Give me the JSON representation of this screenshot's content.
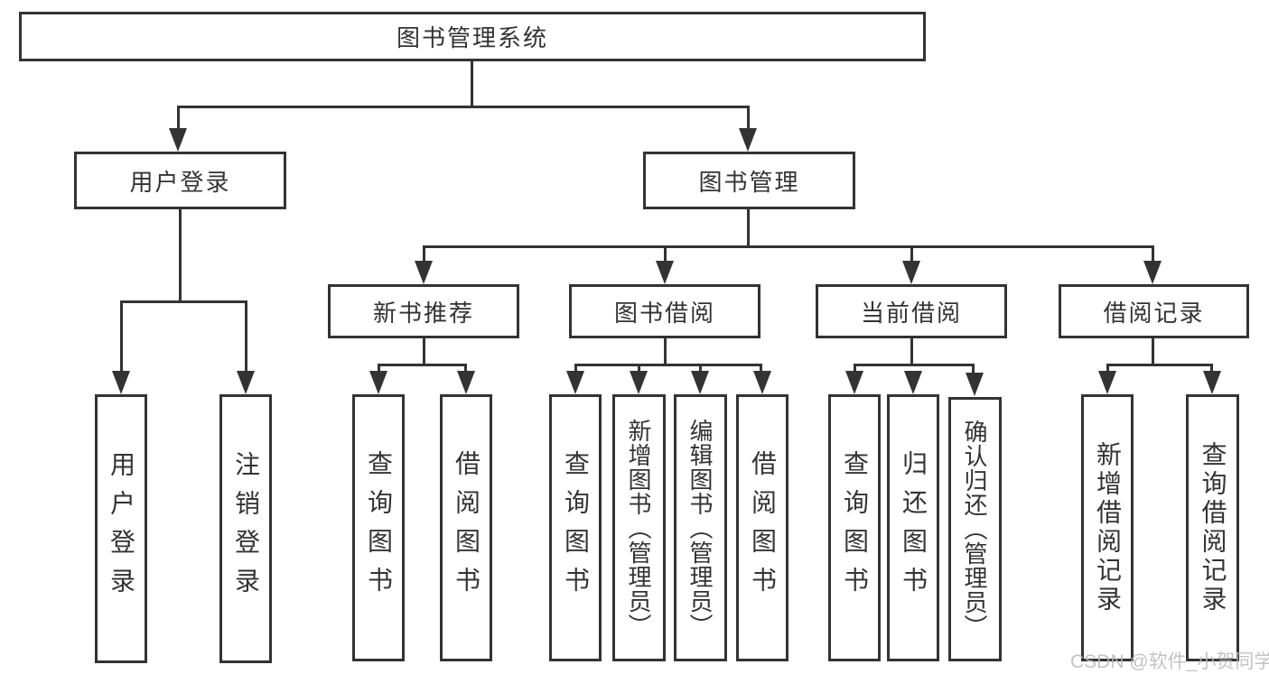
{
  "diagram": {
    "root": "图书管理系统",
    "branches": [
      {
        "label": "用户登录",
        "leaves": [
          "用户登录",
          "注销登录"
        ]
      },
      {
        "label": "图书管理",
        "groups": [
          {
            "label": "新书推荐",
            "leaves": [
              "查询图书",
              "借阅图书"
            ]
          },
          {
            "label": "图书借阅",
            "leaves": [
              "查询图书",
              "新增图书（管理员）",
              "编辑图书（管理员）",
              "借阅图书"
            ]
          },
          {
            "label": "当前借阅",
            "leaves": [
              "查询图书",
              "归还图书",
              "确认归还（管理员）"
            ]
          },
          {
            "label": "借阅记录",
            "leaves": [
              "新增借阅记录",
              "查询借阅记录"
            ]
          }
        ]
      }
    ]
  },
  "watermark": "CSDN @软件_小贺同学",
  "colors": {
    "line": "#333333",
    "box_background": "#ffffff",
    "text": "#333333",
    "watermark": "#b6b9be"
  }
}
